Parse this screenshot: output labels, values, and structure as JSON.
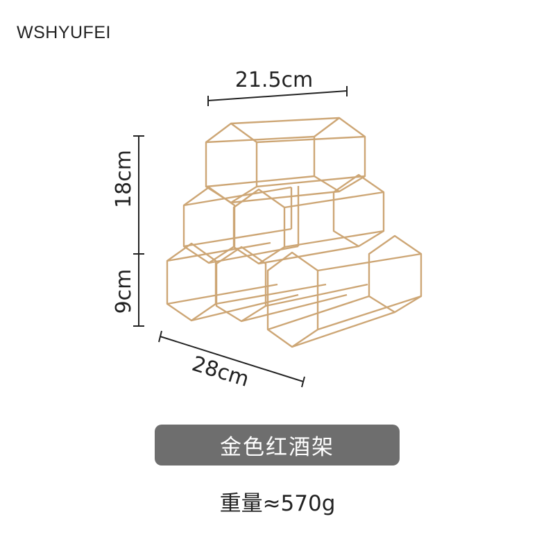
{
  "brand": "WSHYUFEI",
  "dimensions": {
    "width": "21.5cm",
    "height_upper": "18cm",
    "height_lower": "9cm",
    "depth": "28cm"
  },
  "product_name": "金色红酒架",
  "weight": "重量≈570g",
  "colors": {
    "wire": "#cda675",
    "badge": "#6e6e6e",
    "text": "#222222"
  },
  "image": {
    "subject": "wine-rack-icon"
  }
}
